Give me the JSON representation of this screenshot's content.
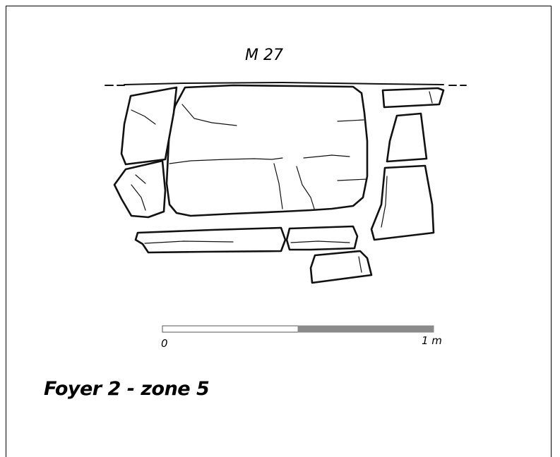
{
  "wall_label": "M 27",
  "scale_bar": {
    "start_label": "0",
    "end_label": "1 m",
    "colors": {
      "light": "#ffffff",
      "dark": "#8a8a8a"
    }
  },
  "caption": "Foyer 2 - zone 5"
}
